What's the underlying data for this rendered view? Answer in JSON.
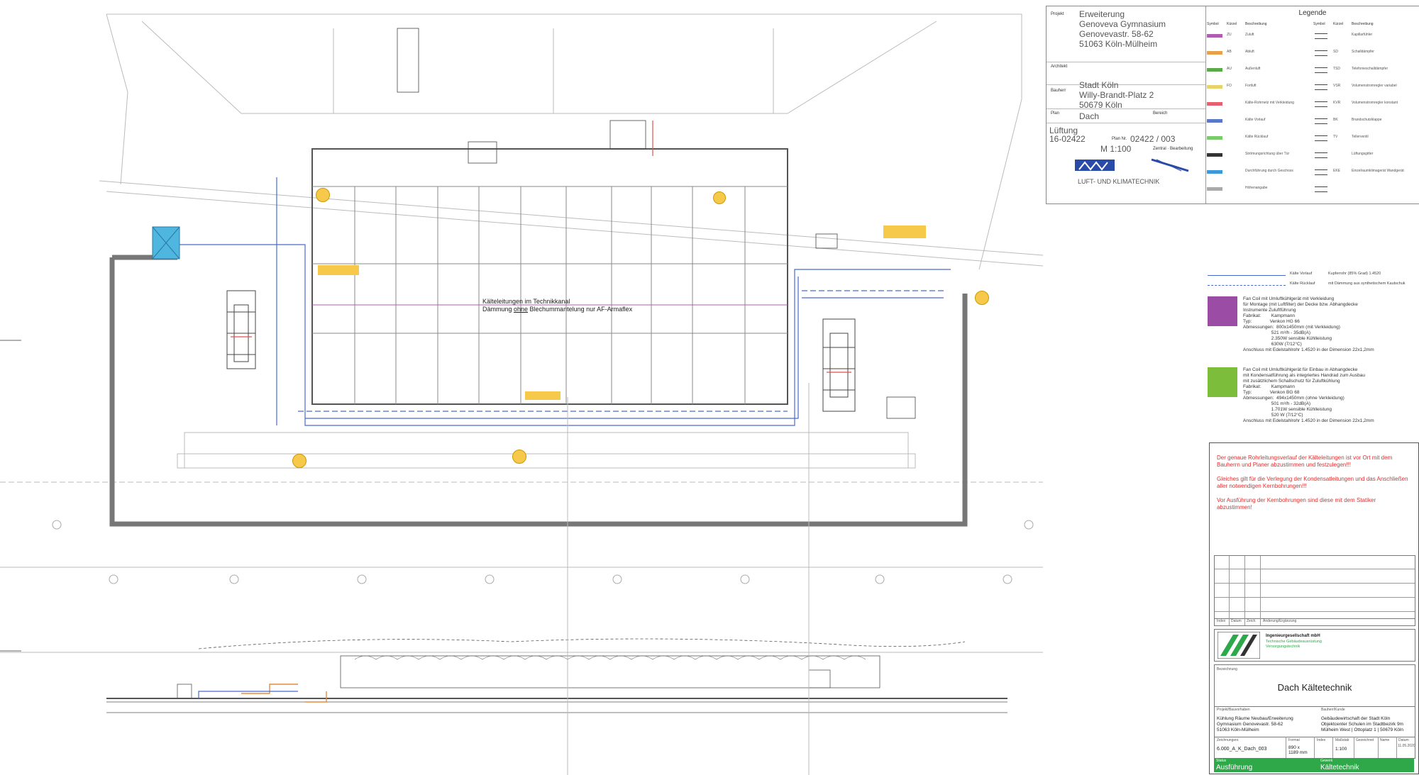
{
  "title_block_top": {
    "projekt_label": "Projekt",
    "projekt_lines": [
      "Erweiterung",
      "Genoveva Gymnasium",
      "Genovevastr. 58-62",
      "51063 Köln-Mülheim"
    ],
    "architekt_label": "Architekt",
    "bauherr_label": "Bauherr",
    "bauherr_lines": [
      "Stadt Köln",
      "Willy-Brandt-Platz 2",
      "50679 Köln"
    ],
    "plan_label": "Plan",
    "plan_value": "Dach",
    "bereich_label": "Bereich",
    "lueftung": "Lüftung",
    "plan_no": "16-02422",
    "plan_nr_label": "Plan Nr.",
    "plan_nr": "02422 / 003",
    "massstab": "M 1:100",
    "lufttechnik": "LUFT- UND KLIMATECHNIK",
    "zentrale_label": "Zentral · Bearbeitung"
  },
  "legend": {
    "title": "Legende",
    "col_symbol": "Symbol",
    "col_kuerzel": "Kürzel",
    "col_beschreibung": "Beschreibung",
    "rows": [
      {
        "color": "#b05cb0",
        "code": "ZU",
        "desc": "Zuluft",
        "code2": "",
        "desc2": "Kapillarfühler"
      },
      {
        "color": "#e8a04a",
        "code": "AB",
        "desc": "Abluft",
        "code2": "SD",
        "desc2": "Schalldämpfer"
      },
      {
        "color": "#5aaa4a",
        "code": "AU",
        "desc": "Außenluft",
        "code2": "TSD",
        "desc2": "Telefonieschalldämpfer"
      },
      {
        "color": "#e8d26a",
        "code": "FO",
        "desc": "Fortluft",
        "code2": "VSR",
        "desc2": "Volumenstromregler variabel"
      },
      {
        "color": "#e86070",
        "code": "",
        "desc": "Kälte-Rohrnetz mit Verkleidung",
        "code2": "KVR",
        "desc2": "Volumenstromregler konstant"
      },
      {
        "color": "#5a78c8",
        "code": "",
        "desc": "Kälte Vorlauf",
        "code2": "BK",
        "desc2": "Brandschutzklappe"
      },
      {
        "color": "#7acb6a",
        "code": "",
        "desc": "Kälte Rücklauf",
        "code2": "TV",
        "desc2": "Tellerventil"
      },
      {
        "color": "#333333",
        "code": "",
        "desc": "Strömungsrichtung über Tür",
        "code2": "",
        "desc2": "Lüftungsgitter"
      },
      {
        "color": "#3a9ad9",
        "code": "",
        "desc": "Durchführung durch Geschoss",
        "code2": "EKE",
        "desc2": "Einzelraumklimagerät Wandgerät"
      },
      {
        "color": "#aaaaaa",
        "code": "",
        "desc": "Höhenangabe",
        "code2": "",
        "desc2": ""
      }
    ]
  },
  "pipe_legend": {
    "vorlauf": "Kälte Vorlauf",
    "ruecklauf": "Kälte Rücklauf",
    "vorlauf_desc": "Kupferrohr (85% Grad) 1.4520",
    "ruecklauf_desc": "mit Dämmung aus synthetischem Kautschuk"
  },
  "fancoils": [
    {
      "color": "#9b4da6",
      "text": "Fan Coil mit Umluftkühlgerät mit Verkleidung\nfür Montage (mit Luftfilter) der Decke bzw. Abhangdecke\nInstrumente Zuluftführung\nFabrikat:        Kampmann\nTyp:              Venkon HG 66\nAbmessungen:  800x1450mm (mit Verkleidung)\n                      521 m³/h - 35dB(A)\n                      2.350W sensible Kühlleistung\n                      630W (7/12°C)\nAnschluss mit Edelstahlrohr 1.4520 in der Dimension 22x1,2mm"
    },
    {
      "color": "#7cbd3c",
      "text": "Fan Coil mit Umluftkühlgerät für Einbau in Abhangdecke\nmit Kondensatführung als integriertes Handrad zum Ausbau\nmit zusätzlichem Schallschutz für Zuluftkühlung\nFabrikat:        Kampmann\nTyp:              Venkon BG 68\nAbmessungen:  494x1450mm (ohne Verkleidung)\n                      501 m³/h - 32dB(A)\n                      1.701W sensible Kühlleistung\n                      520 W (7/12°C)\nAnschluss mit Edelstahlrohr 1.4520 in der Dimension 22x1,2mm"
    }
  ],
  "warnings": [
    "Der genaue Rohrleitungsverlauf der Kälteleitungen ist vor Ort mit dem Bauherrn und Planer abzustimmen und festzulegen!!!",
    "Gleiches gilt für die Verlegung der Kondensatleitungen und das Anschließen aller notwendigen Kernbohrungen!!!",
    "Vor Ausführung der Kernbohrungen sind diese mit dem Statiker abzustimmen!"
  ],
  "plan_notes": {
    "techno_kanal": "Kälteleitungen im Technikkanal",
    "daemmung_prefix": "Dämmung ",
    "daemmung_underlined": "ohne",
    "daemmung_suffix": " Blechummantelung nur AF-Armaflex"
  },
  "revision_header": [
    "Index",
    "Datum",
    "Zeich.",
    "Änderung/Ergänzung"
  ],
  "company": {
    "name": "Ingenieurgesellschaft mbH",
    "line1": "Technische Gebäudeausrüstung",
    "line2": "Versorgungstechnik"
  },
  "bezeichnung_label": "Bezeichnung",
  "drawing_title": "Dach Kältetechnik",
  "projekt_bauvorhaben_label": "Projekt/Bauvorhaben",
  "bauherr_label2": "Bauherr/Kunde",
  "projekt_desc": [
    "Kühlung Räume Neubau/Erweiterung",
    "Gymnasium Genovevastr. 58-62",
    "51063 Köln-Mülheim"
  ],
  "bauherr_desc": [
    "Gebäudewirtschaft der Stadt Köln",
    "Objektcenter Schulen im Stadtbezirk 9m",
    "Mülheim West | Ottoplatz 1 | 50679 Köln"
  ],
  "zeichnungsnr_label": "Zeichnungsnr.",
  "zeichnungsnr": "6.000_A_K_Dach_003",
  "format_label": "Format",
  "format": "890 x 1189 mm",
  "index_label": "Index",
  "massstab_label": "Maßstab",
  "massstab2": "1:100",
  "gezeichnet_label": "Gezeichnet",
  "name_label": "Name",
  "datum_label": "Datum",
  "datum": "11.05.2020",
  "status_label": "Status",
  "status": "Ausführung",
  "gewerk_label": "Gewerk",
  "gewerk": "Kältetechnik"
}
